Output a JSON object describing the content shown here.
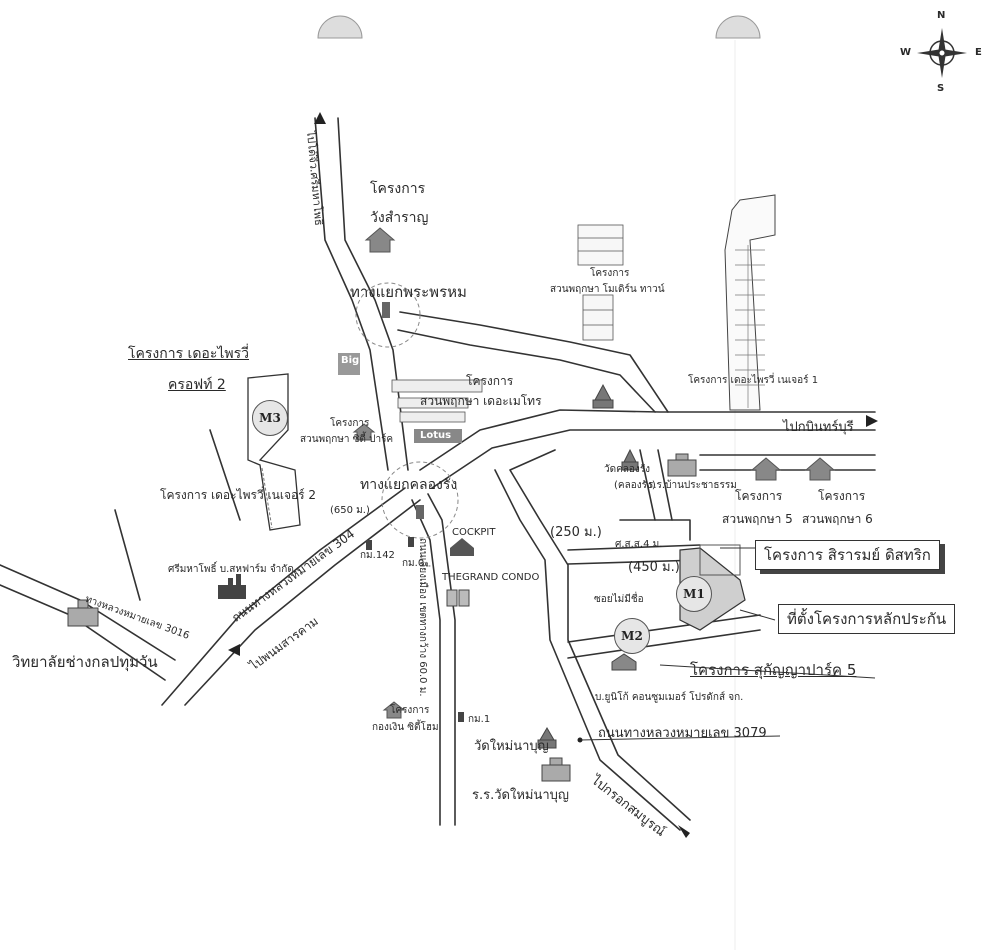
{
  "compass": {
    "n": "N",
    "s": "S",
    "e": "E",
    "w": "W"
  },
  "places": {
    "to_sriwarin": "ไปโด๊จิว.ศรีมหาโพธิ",
    "wang_samran_1": "โครงการ",
    "wang_samran_2": "วังสำราญ",
    "phra_phrom_junction": "ทางแยกพระพรหม",
    "suanphruksa_modern_1": "โครงการ",
    "suanphruksa_modern_2": "สวนพฤกษา โมเดิร์น ทาวน์",
    "privy_note1": "โครงการ เดอะไพรวี่ เนเจอร์ 1",
    "privy_croft_1": "โครงการ เดอะไพรวี่",
    "privy_croft_2": "ครอฟท์ 2",
    "m3": "M3",
    "m1": "M1",
    "m2": "M2",
    "suanphruksa_metro_1": "โครงการ",
    "suanphruksa_metro_2": "สวนพฤกษา เดอะเมโทร",
    "suanphruksa_park_1": "โครงการ",
    "suanphruksa_park_2": "สวนพฤกษา ซิตี้ ปาร์ค",
    "lotus": "Lotus",
    "big_c": "Big",
    "to_prachinburi": "ไปกบินทร์บุรี",
    "klong_rang_junction": "ทางแยกคลองรัง",
    "privy_nature2": "โครงการ เดอะไพรวี่ เนเจอร์ 2",
    "wat_klong_rang_1": "วัดคลองรัง",
    "wat_klong_rang_2": "(คลองรัง)",
    "school_ban_prachatham": "ร.ร.บ้านประชาธรรม",
    "sp5_1": "โครงการ",
    "sp5_2": "สวนพฤกษา 5",
    "sp6_1": "โครงการ",
    "sp6_2": "สวนพฤกษา 6",
    "dist_650": "(650 ม.)",
    "dist_250": "(250 ม.)",
    "dist_450": "(450 ม.)",
    "hwy304": "ถนนทางหลวงหมายเลข 304",
    "cockpit": "COCKPIT",
    "grand_condo": "THEGRAND CONDO",
    "km142": "กม.142",
    "km0": "กม.0",
    "srimahaphot": "ศรีมหาโพธิ์ บ.สหฟาร์ม จำกัด",
    "hwy3016": "ทางหลวงหมายเลข 3016",
    "college": "วิทยาลัยช่างกลปทุมวัน",
    "to_phanom_sarakham": "ไปพนมสารคาม",
    "road_60m": "ถนนเลี่ยงเมือง เขตทางกว้าง 60.0 ม.",
    "health_center": "ศ.ส.ส.4 ม.",
    "siram_ditsarik": "โครงการ สิรารมย์ ดิสทริก",
    "soi_no_name": "ซอยไม่มีชื่อ",
    "main_location": "ที่ตั้งโครงการหลักประกัน",
    "sukanya_park5": "โครงการ สุกัญญาปาร์ค 5",
    "unico": "บ.ยูนิโก้ คอนซูมเมอร์ โปรดักส์ จก.",
    "kongngoen_1": "โครงการ",
    "kongngoen_2": "กองเงิน ซิตี้โฮม",
    "km1": "กม.1",
    "wat_mai_naboon": "วัดใหม่นาบุญ",
    "hwy3079": "ถนนทางหลวงหมายเลข 3079",
    "school_wat_mai": "ร.ร.วัดใหม่นาบุญ",
    "to_khok_sombun": "ไปกรอกสมบูรณ์"
  }
}
